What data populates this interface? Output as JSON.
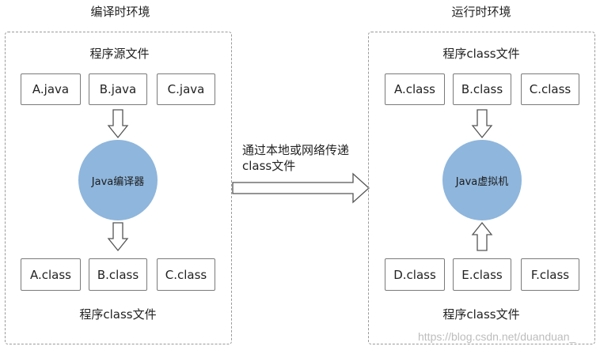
{
  "left": {
    "title": "编译时环境",
    "source_label": "程序源文件",
    "source_files": [
      "A.java",
      "B.java",
      "C.java"
    ],
    "compiler_label": "Java编译器",
    "class_files": [
      "A.class",
      "B.class",
      "C.class"
    ],
    "class_label": "程序class文件"
  },
  "right": {
    "title": "运行时环境",
    "top_label": "程序class文件",
    "top_files": [
      "A.class",
      "B.class",
      "C.class"
    ],
    "vm_label": "Java虚拟机",
    "bottom_files": [
      "D.class",
      "E.class",
      "F.class"
    ],
    "bottom_label": "程序class文件"
  },
  "transfer": {
    "line1": "通过本地或网络传递",
    "line2": "class文件"
  },
  "watermark": "https://blog.csdn.net/duanduan_",
  "colors": {
    "circle": "#8fb6dc",
    "border": "#7a7a7a",
    "dashed": "#9a9a9a"
  }
}
